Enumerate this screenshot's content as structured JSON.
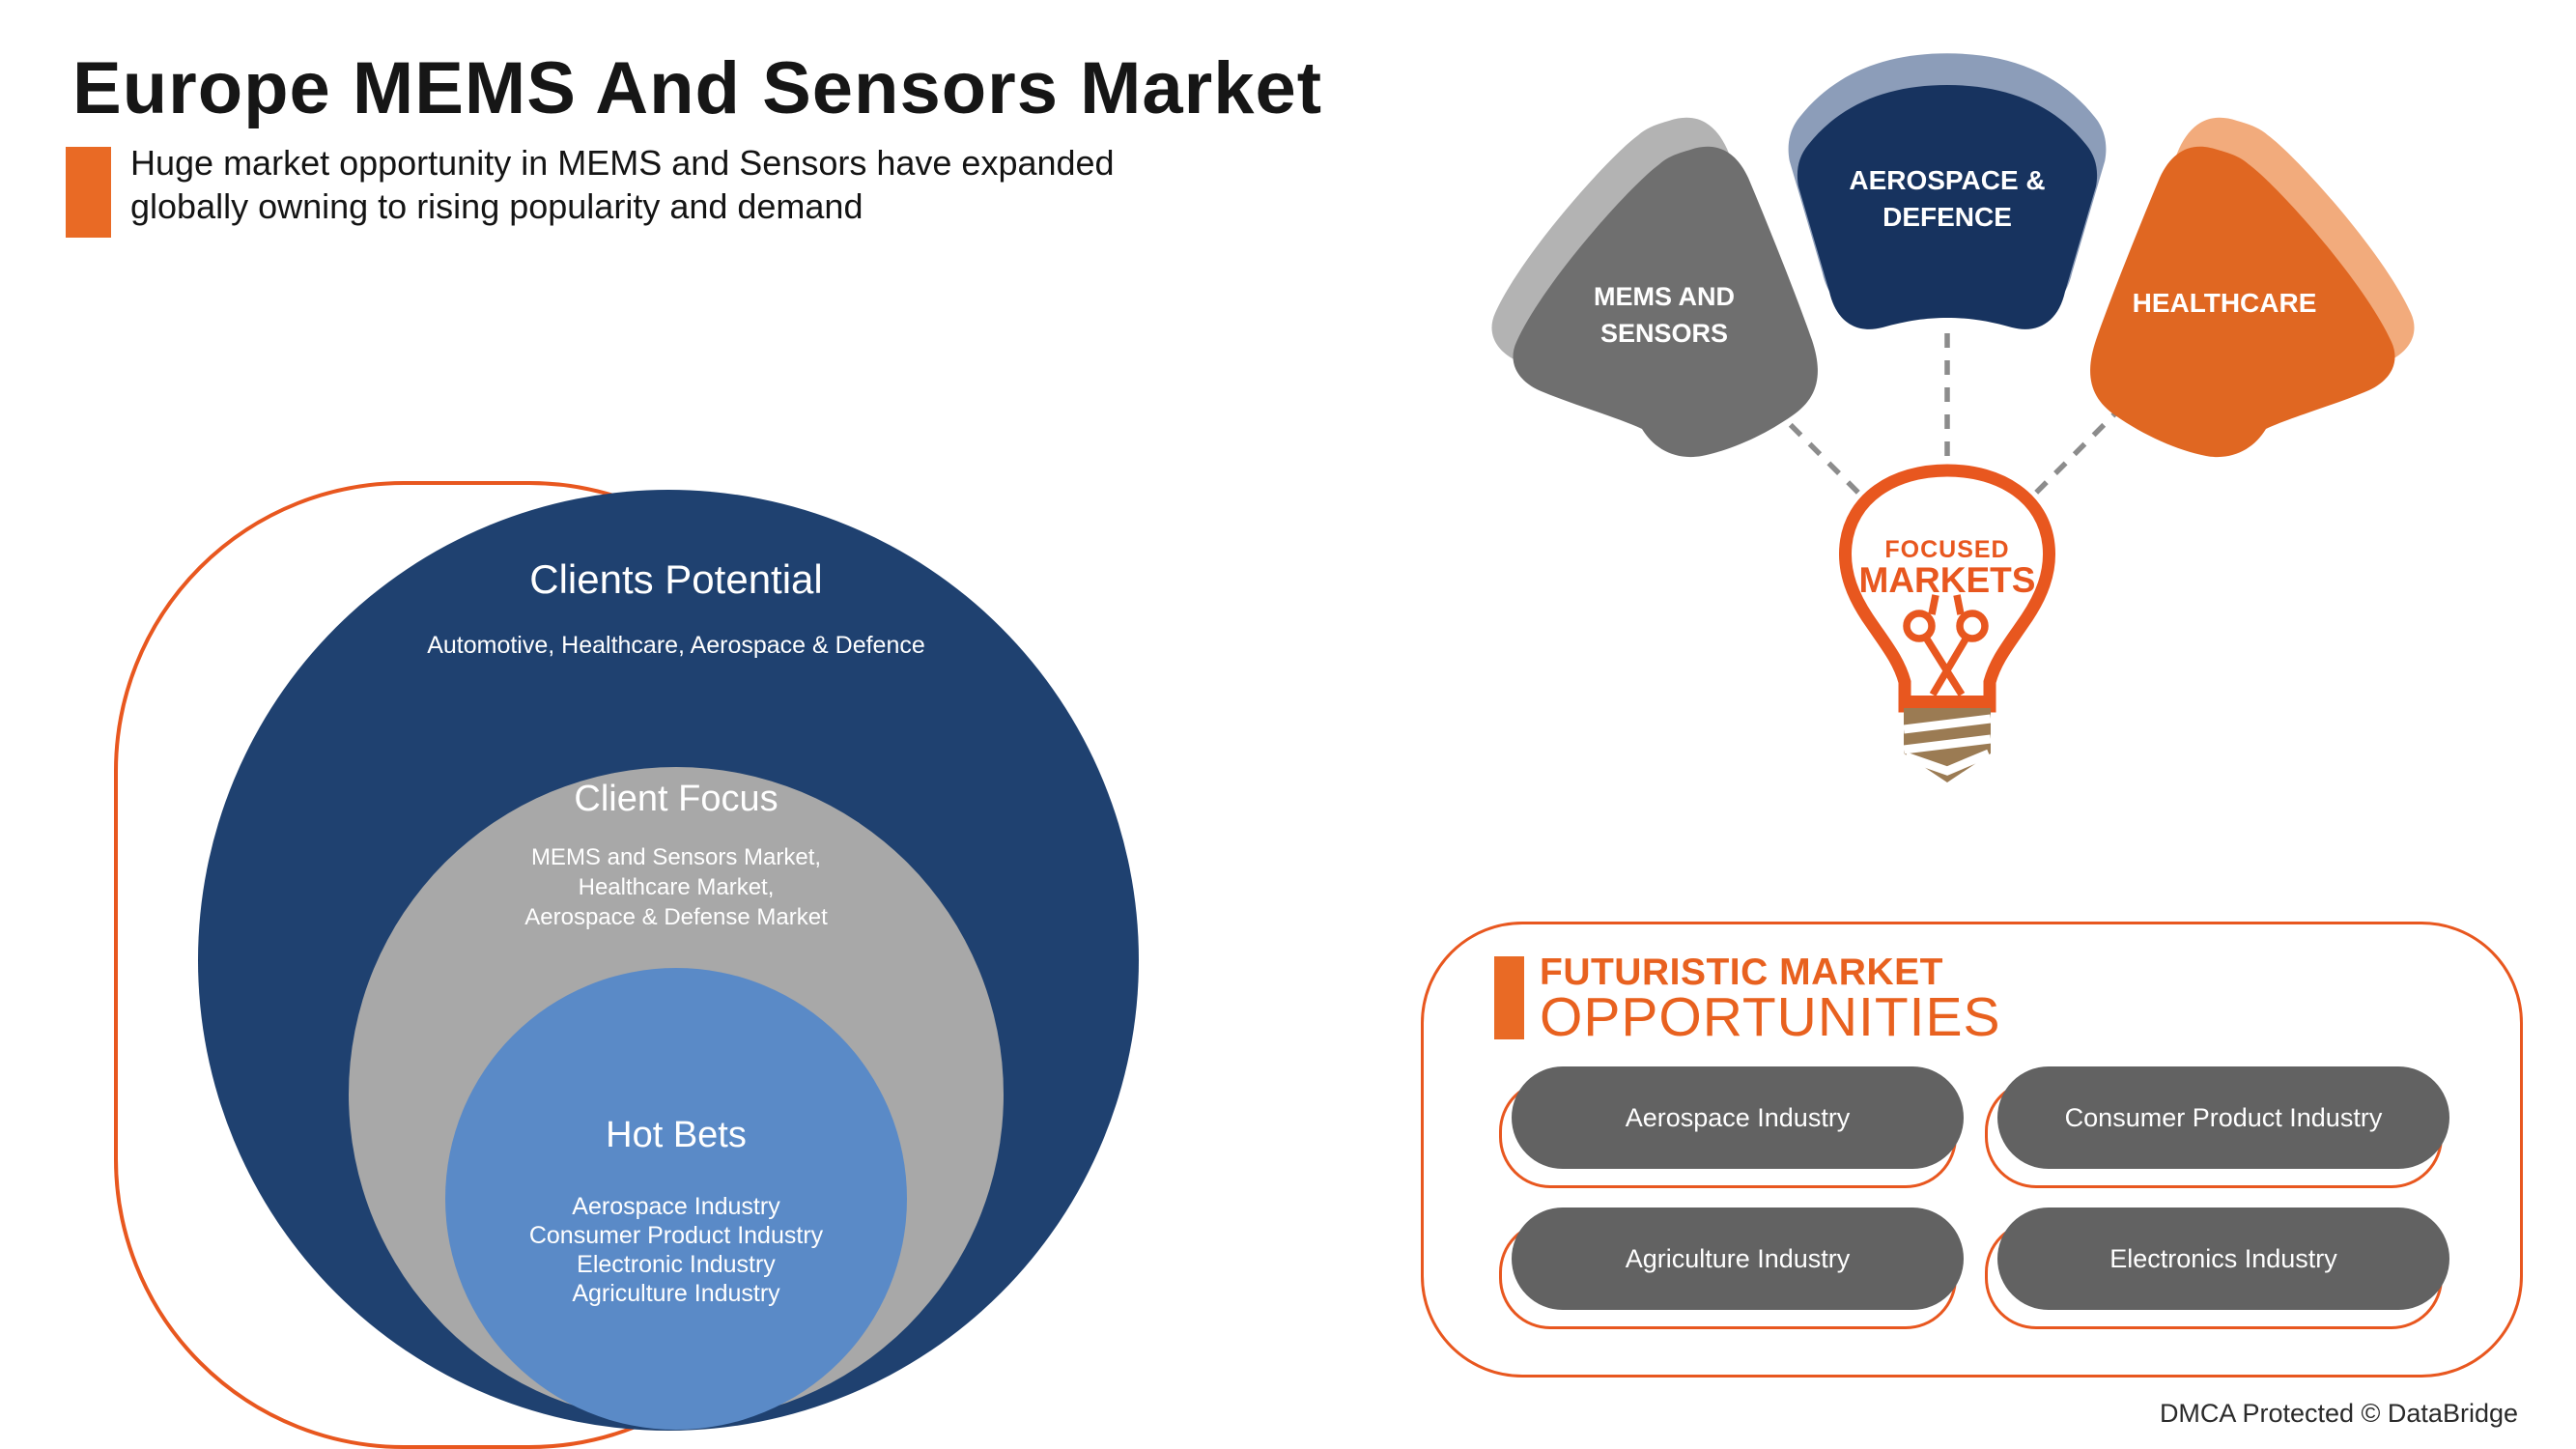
{
  "header": {
    "title": "Europe MEMS And Sensors Market",
    "subtitle_line1": "Huge market opportunity in MEMS and Sensors have expanded",
    "subtitle_line2": "globally owning to rising popularity and demand"
  },
  "venn": {
    "clients_potential": {
      "title": "Clients Potential",
      "subtitle": "Automotive, Healthcare, Aerospace & Defence"
    },
    "client_focus": {
      "title": "Client Focus",
      "items": [
        "MEMS and Sensors Market,",
        "Healthcare Market,",
        "Aerospace & Defense Market"
      ]
    },
    "hot_bets": {
      "title": "Hot Bets",
      "items": [
        "Aerospace Industry",
        "Consumer Product Industry",
        "Electronic Industry",
        "Agriculture Industry"
      ]
    }
  },
  "focused_markets": {
    "petals": [
      {
        "line1": "MEMS AND",
        "line2": "SENSORS"
      },
      {
        "line1": "AEROSPACE &",
        "line2": "DEFENCE"
      },
      {
        "line1": "HEALTHCARE"
      }
    ],
    "bulb": {
      "line1": "FOCUSED",
      "line2": "MARKETS"
    }
  },
  "opportunities": {
    "heading_line1": "FUTURISTIC MARKET",
    "heading_line2": "OPPORTUNITIES",
    "pills": [
      "Aerospace Industry",
      "Consumer Product Industry",
      "Agriculture Industry",
      "Electronics Industry"
    ]
  },
  "footer": {
    "dmca": "DMCA Protected © DataBridge"
  },
  "colors": {
    "accent_orange": "#E8571F",
    "petal_orange": "#E06722",
    "petal_orange_shadow": "#F2AB7C",
    "petal_navy": "#17335F",
    "petal_navy_shadow": "#8C9DB9",
    "petal_gray": "#6F6F6F",
    "petal_gray_shadow": "#B3B3B3",
    "circle_navy": "#1F4170",
    "circle_gray": "#A8A8A8",
    "circle_blue": "#5A8AC7",
    "pill_gray": "#626262",
    "bulb_base_brown": "#9B7B53",
    "dashed_line_gray": "#8C8C8C"
  }
}
